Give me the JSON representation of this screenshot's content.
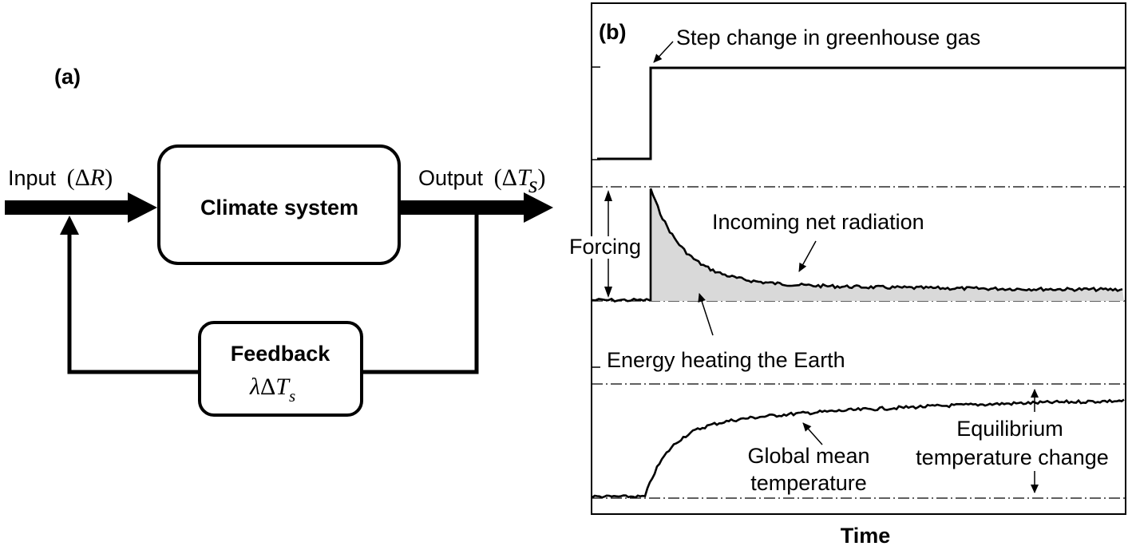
{
  "panel_a": {
    "label": "(a)",
    "input_text": "Input",
    "input_sym_delta": "Δ",
    "input_sym_var": "R",
    "output_text": "Output",
    "output_sym_delta": "Δ",
    "output_sym_var": "T",
    "output_sym_sub": "s",
    "climate_box_label": "Climate system",
    "feedback_label": "Feedback",
    "feedback_lambda": "λ",
    "feedback_delta": "Δ",
    "feedback_var": "T",
    "feedback_sub": "s"
  },
  "panel_b": {
    "label": "(b)",
    "step_annotation": "Step change in greenhouse gas",
    "forcing_label": "Forcing",
    "incoming_label": "Incoming net radiation",
    "energy_label": "Energy heating the Earth",
    "global_mean_line1": "Global mean",
    "global_mean_line2": "temperature",
    "equilibrium_line1": "Equilibrium",
    "equilibrium_line2": "temperature change",
    "xlabel": "Time"
  },
  "colors": {
    "ink": "#000000",
    "shade": "#d9d9d9",
    "background": "#ffffff"
  }
}
